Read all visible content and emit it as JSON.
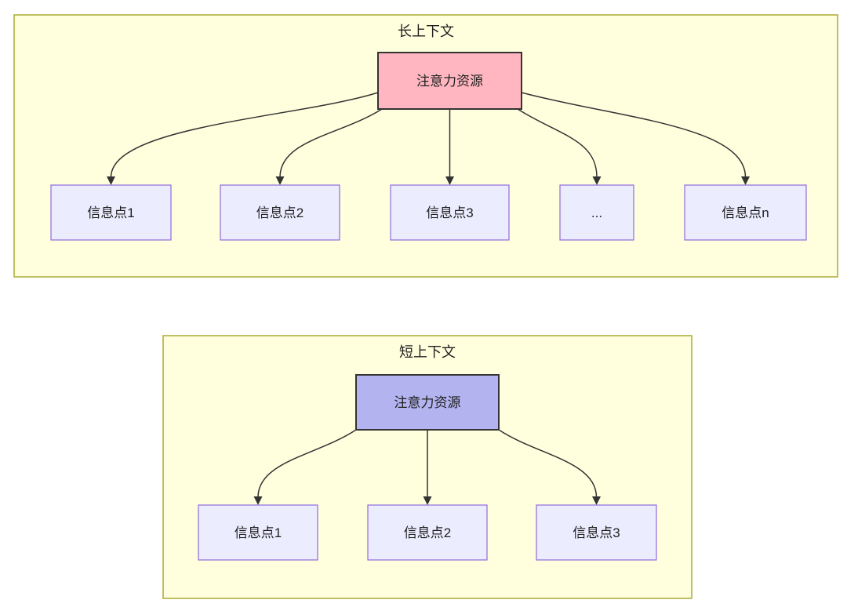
{
  "diagram": {
    "long_context": {
      "title": "长上下文",
      "root_label": "注意力资源",
      "children": [
        "信息点1",
        "信息点2",
        "信息点3",
        "...",
        "信息点n"
      ]
    },
    "short_context": {
      "title": "短上下文",
      "root_label": "注意力资源",
      "children": [
        "信息点1",
        "信息点2",
        "信息点3"
      ]
    },
    "colors": {
      "panel_fill": "#ffffde",
      "panel_border": "#aaaa33",
      "long_root_fill": "#ffb6c1",
      "short_root_fill": "#b3b3f0",
      "root_border": "#333333",
      "info_fill": "#ececff",
      "info_border": "#9370db",
      "edge_color": "#333333",
      "text_color": "#1f1f1f"
    }
  }
}
